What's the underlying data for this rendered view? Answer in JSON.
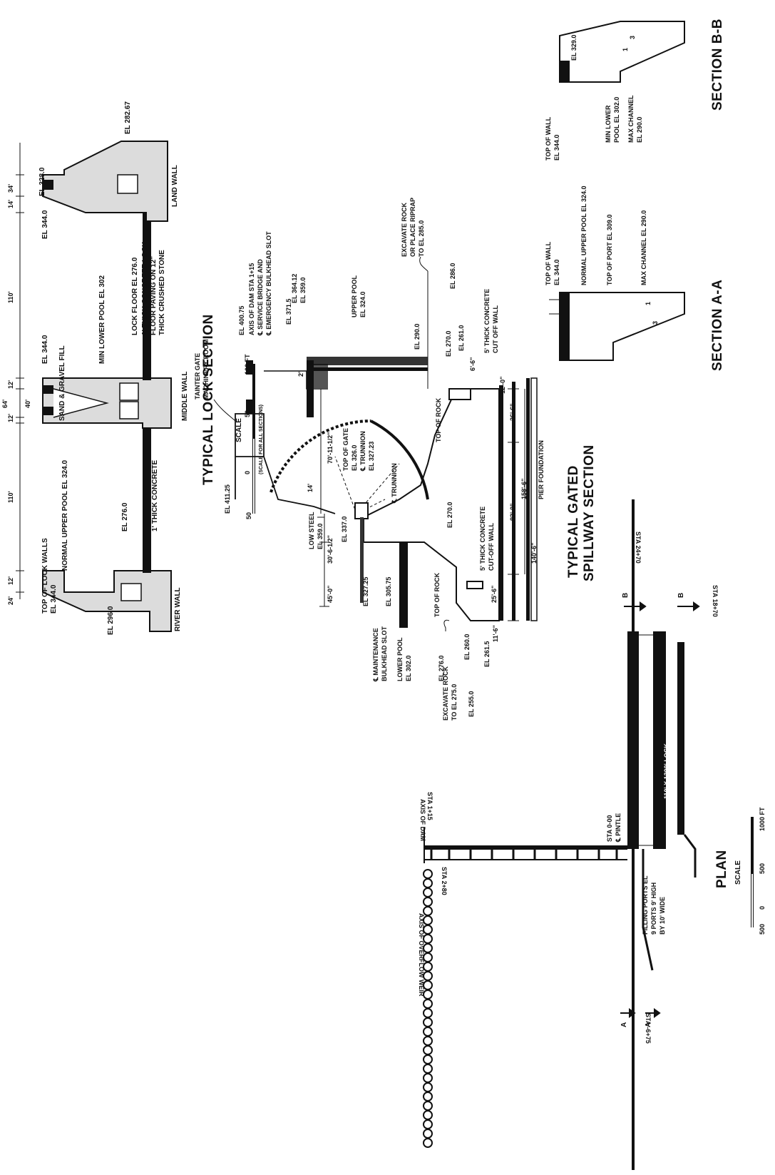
{
  "lock_section": {
    "title": "TYPICAL LOCK SECTION",
    "river_wall": "RIVER WALL",
    "middle_wall": "MIDDLE WALL",
    "land_wall": "LAND WALL",
    "sand_gravel": "SAND & GRAVEL FILL",
    "el_296": "EL 296.0",
    "top_lock_walls": "TOP OF LOCK WALLS",
    "el_344_a": "EL 344.0",
    "normal_upper_pool": "NORMAL UPPER POOL EL 324.0",
    "el_276_a": "EL 276.0",
    "thick_concrete_a": "1' THICK CONCRETE",
    "el_344_b": "EL 344.0",
    "min_lower_pool": "MIN LOWER POOL EL 302",
    "lock_floor": "LOCK FLOOR EL 276.0",
    "paving_1": "1' THICK CONCRETE LOCK",
    "paving_2": "FLOOR PAVING ON 12\"",
    "paving_3": "THICK CRUSHED STONE",
    "el_344_c": "EL 344.0",
    "el_328": "EL 328.0",
    "el_282": "EL 282.67",
    "dim_24": "24'",
    "dim_12a": "12'",
    "dim_110a": "110'",
    "dim_12b": "12'",
    "dim_40": "40'",
    "dim_12c": "12'",
    "dim_64": "64'",
    "dim_110b": "110'",
    "dim_14": "14'",
    "dim_34": "34'"
  },
  "scale_sections": {
    "label": "SCALE",
    "note": "(SCALE FOR ALL SECTIONS)",
    "t0": "0",
    "t50": "50",
    "t100": "100 FT",
    "t50neg": "50"
  },
  "spillway": {
    "title_1": "TYPICAL GATED",
    "title_2": "SPILLWAY SECTION",
    "machinery_1": "TAINTER GATE",
    "machinery_2": "MACHINERY ROOM",
    "el_411": "EL 411.25",
    "el_400": "EL 400.75",
    "axis_dam": "AXIS OF DAM STA 1+15",
    "service_bridge": "℄ SERVICE BRIDGE AND",
    "emergency_slot": "℄ EMERGENCY BULKHEAD SLOT",
    "el_371": "EL 371.5",
    "el_364": "EL 364.12",
    "el_359a": "EL 359.0",
    "upper_pool_1": "UPPER POOL",
    "upper_pool_2": "EL 324.0",
    "excavate_up_1": "EXCAVATE ROCK",
    "excavate_up_2": "OR PLACE RIPRAP",
    "excavate_up_3": "TO EL 285.0",
    "el_290": "EL 290.0",
    "el_286": "EL 286.0",
    "el_270a": "EL 270.0",
    "el_261": "EL 261.0",
    "cutoff_up_1": "5' THICK CONCRETE",
    "cutoff_up_2": "CUT OFF WALL",
    "dim_2": "2'",
    "dim_6_6": "6'-6\"",
    "dim_12": "12'-0\"",
    "top_gate": "TOP OF GATE",
    "el_326": "EL 326.0",
    "trunnion_1": "℄ TRUNNION",
    "el_327_23": "EL 327.23",
    "trunnion_2": "℄ TRUNNION",
    "dim_70": "70'-11-1/2\"",
    "dim_14": "14'",
    "top_rock_a": "TOP OF ROCK",
    "dim_26": "26'-6\"",
    "dim_83": "83'-0\"",
    "dim_158": "158'-6\"",
    "dim_140": "140'-6\"",
    "pier_found": "PIER FOUNDATION",
    "el_270b": "EL 270.0",
    "cutoff_dn_1": "5' THICK CONCRETE",
    "cutoff_dn_2": "CUT-OFF WALL",
    "dim_25": "25'-6\"",
    "dim_11": "11'-6\"",
    "low_steel_1": "LOW STEEL",
    "low_steel_2": "EL 359.0",
    "el_337": "EL 337.0",
    "dim_30": "30'-6-1/2\"",
    "dim_45": "45'-0\"",
    "el_327_25": "EL 327.25",
    "maint_el": "EL 305.75",
    "maint_1": "℄ MAINTENANCE",
    "maint_2": "BULKHEAD SLOT",
    "lower_pool_1": "LOWER POOL",
    "lower_pool_2": "EL 302.0",
    "top_rock_b": "TOP OF ROCK",
    "el_276": "EL 276.0",
    "el_260": "EL 260.0",
    "el_261_5": "EL 261.5",
    "el_255": "EL 255.0",
    "excavate_dn_1": "EXCAVATE ROCK",
    "excavate_dn_2": "TO EL 275.0"
  },
  "section_aa": {
    "title": "SECTION A-A",
    "top_wall": "TOP OF WALL",
    "top_wall_el": "EL 344.0",
    "upper_pool": "NORMAL UPPER POOL EL 324.0",
    "top_port": "TOP OF PORT EL 309.0",
    "max_channel": "MAX CHANNEL EL 290.0",
    "r1": "1",
    "r3": "3"
  },
  "section_bb": {
    "title": "SECTION B-B",
    "el_329": "EL 329.0",
    "top_wall": "TOP OF WALL",
    "top_wall_el": "EL 344.0",
    "min_lower_1": "MIN LOWER",
    "min_lower_2": "POOL EL 302.0",
    "max_channel_1": "MAX CHANNEL",
    "max_channel_2": "EL 290.0",
    "r1": "1",
    "r3": "3"
  },
  "plan": {
    "title": "PLAN",
    "scale": "SCALE",
    "s0": "0",
    "s500": "500",
    "s1000": "1000 FT",
    "s500neg": "500",
    "axis_weir": "AXIS OF OVERFLOW WEIR",
    "sta_280": "STA 2+80",
    "axis_dam": "AXIS OF DAM",
    "sta_115": "STA 1+15",
    "sta_000": "STA 0-00",
    "pintle": "℄ PINTLE",
    "lock_1": "110' X 1200' LOCK",
    "lock_2": "110' X 1200' LOCK",
    "ports_1": "FILLING PORTS EL",
    "ports_2": "9 PORTS 9' HIGH",
    "ports_3": "BY 10' WIDE",
    "sta_1870": "STA 18+70",
    "sta_2470": "STA 24+70",
    "sta_neg": "STA -6+75",
    "sec_b": "B",
    "sec_a": "A"
  }
}
